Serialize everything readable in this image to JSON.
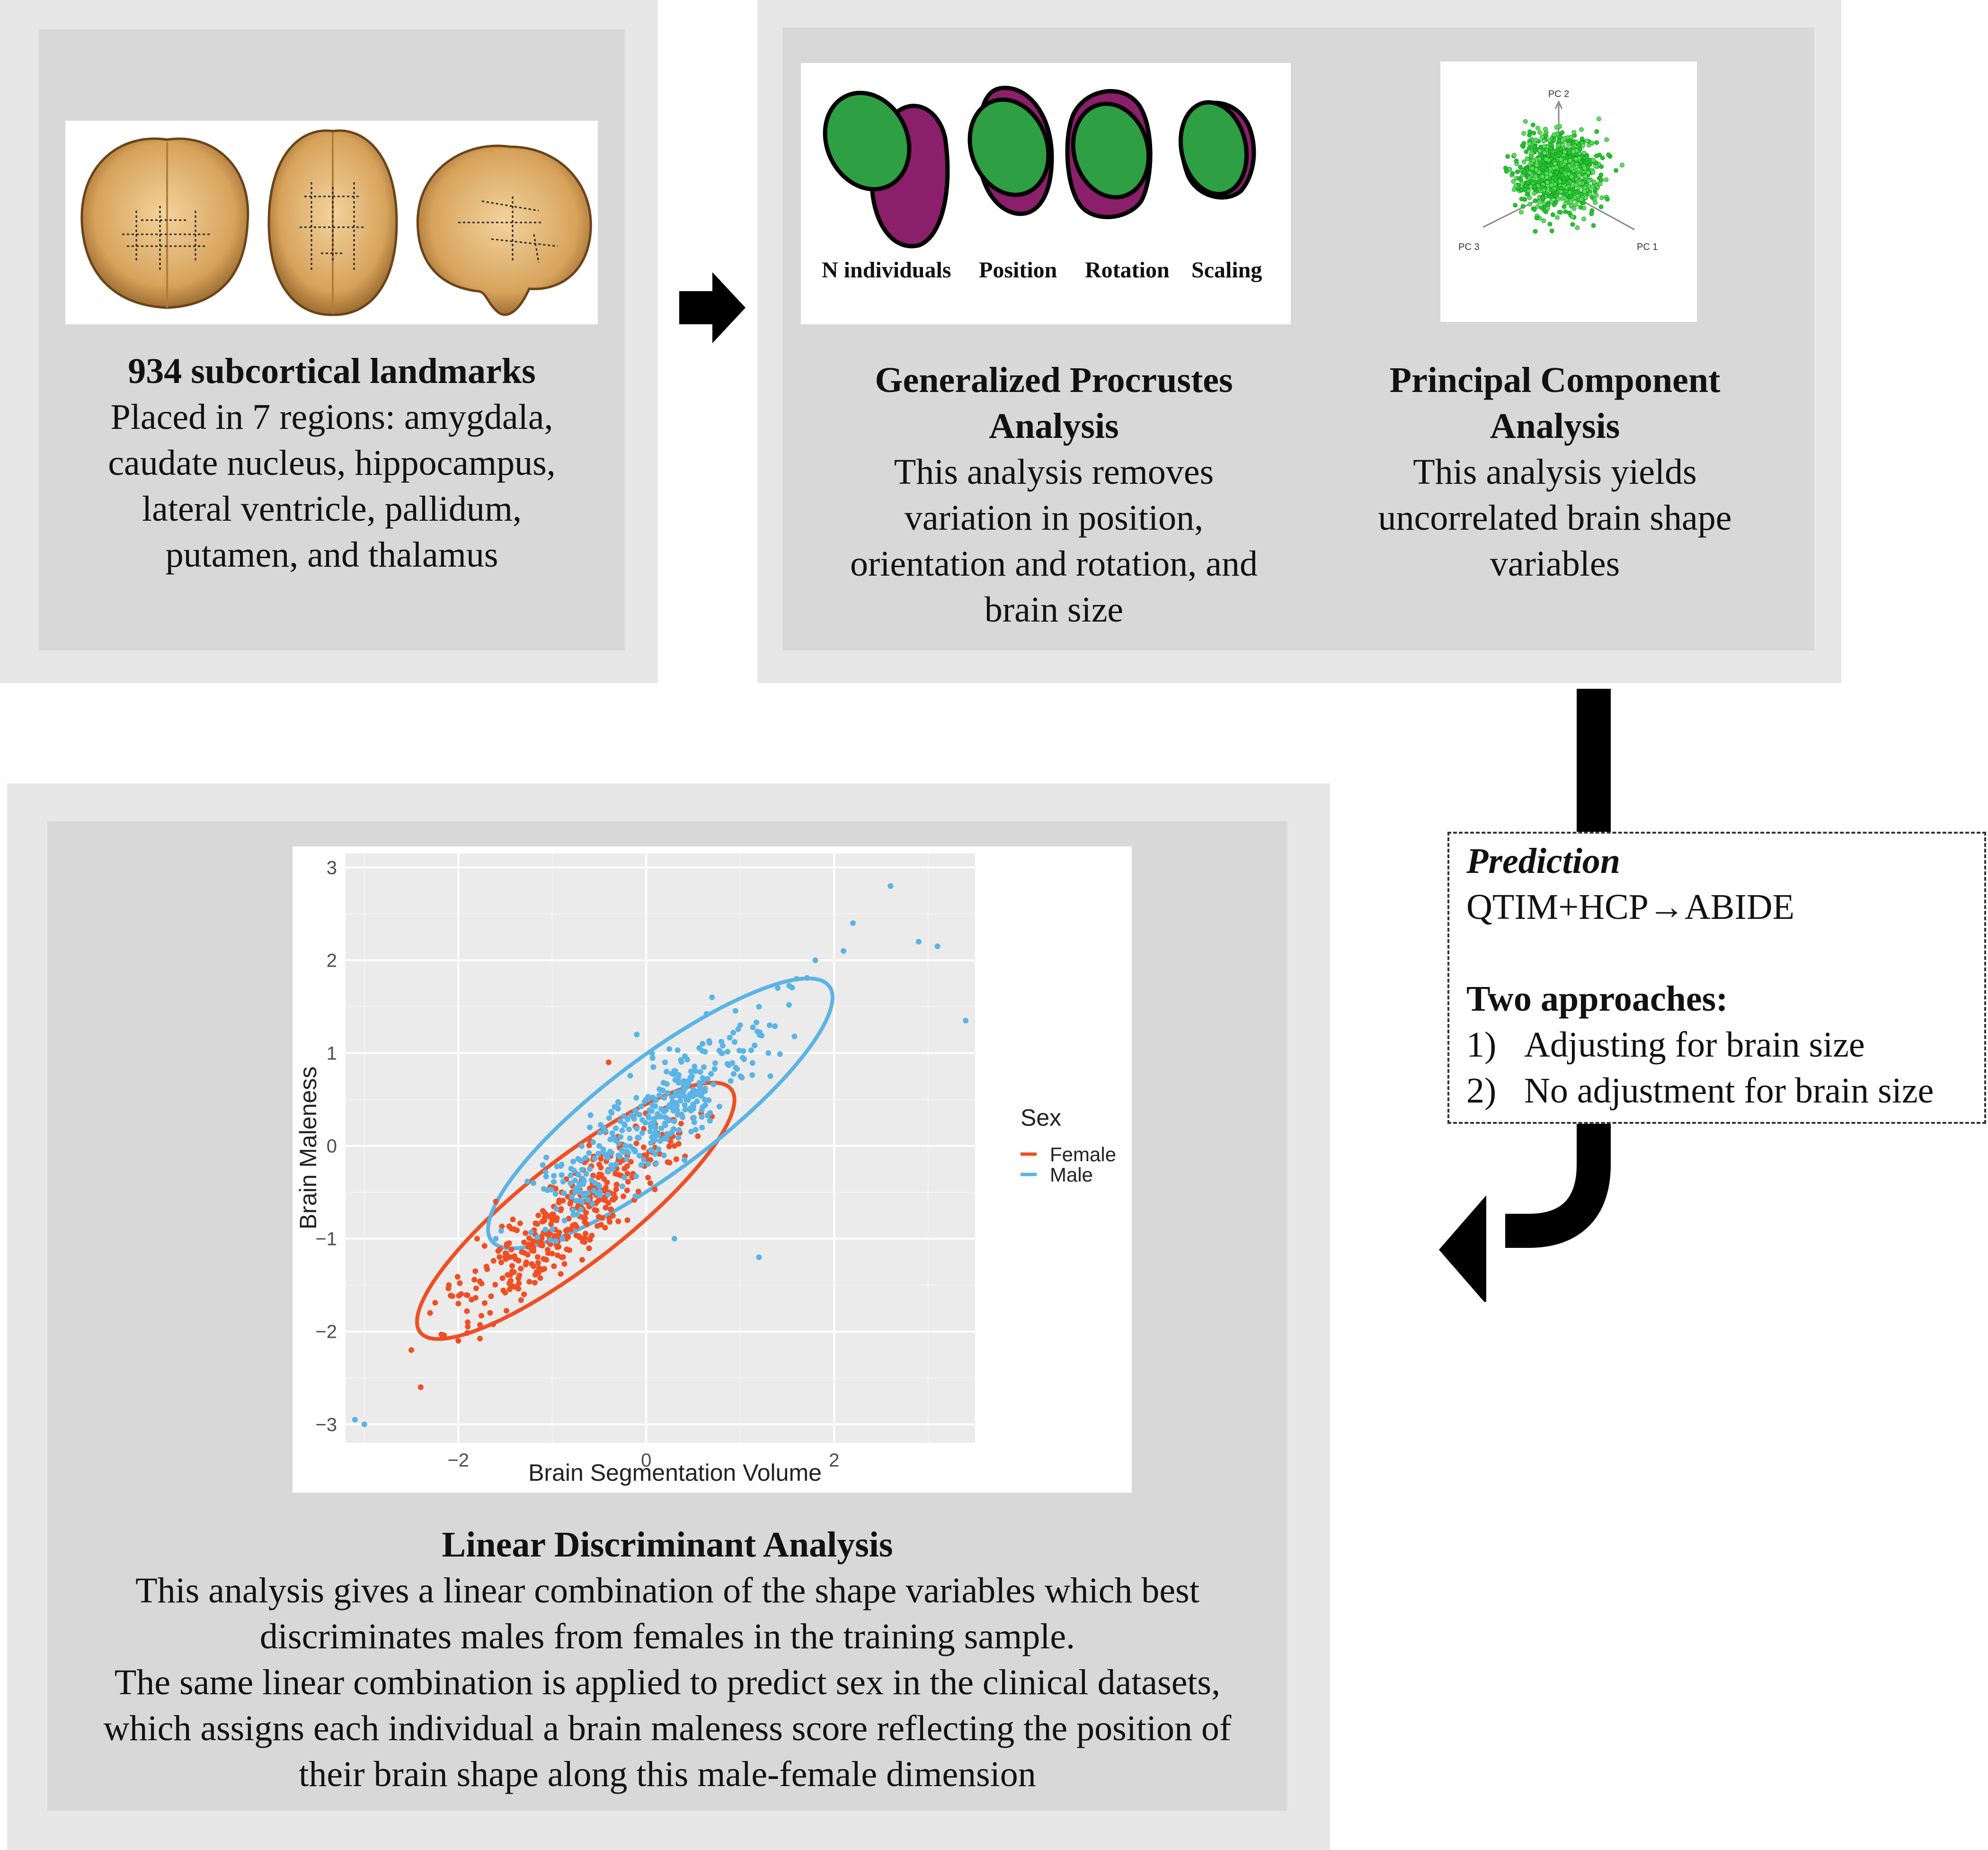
{
  "landmarks": {
    "title": "934 subcortical landmarks",
    "lines": [
      "Placed in 7 regions: amygdala,",
      "caudate nucleus, hippocampus,",
      "lateral ventricle, pallidum,",
      "putamen, and thalamus"
    ]
  },
  "gpa": {
    "labels": [
      "N individuals",
      "Position",
      "Rotation",
      "Scaling"
    ],
    "title_lines": [
      "Generalized Procrustes",
      "Analysis"
    ],
    "lines": [
      "This analysis removes",
      "variation in position,",
      "orientation and rotation, and",
      "brain size"
    ]
  },
  "pca": {
    "axes": [
      "PC 2",
      "PC 3",
      "PC 1"
    ],
    "title_lines": [
      "Principal Component",
      "Analysis"
    ],
    "lines": [
      "This analysis yields",
      "uncorrelated brain shape",
      "variables"
    ]
  },
  "prediction": {
    "title": "Prediction",
    "flow": "QTIM+HCP→ABIDE",
    "approaches_title": "Two approaches:",
    "items": [
      {
        "num": "1)",
        "text": "Adjusting for brain size"
      },
      {
        "num": "2)",
        "text": "No adjustment for brain size"
      }
    ]
  },
  "lda": {
    "title": "Linear Discriminant Analysis",
    "lines": [
      "This analysis gives a linear combination of the shape variables which best",
      "discriminates males from females in the training sample.",
      "The same linear combination is applied to predict sex in the clinical datasets,",
      "which assigns each individual a brain maleness score reflecting the position of",
      "their brain shape along this male-female dimension"
    ]
  },
  "chart_data": {
    "type": "scatter",
    "xlabel": "Brain Segmentation Volume",
    "ylabel": "Brain Maleness",
    "xlim": [
      -3.2,
      3.5
    ],
    "ylim": [
      -3.2,
      3.15
    ],
    "x_ticks": [
      -2,
      0,
      2
    ],
    "y_ticks": [
      -3,
      -2,
      -1,
      0,
      1,
      2,
      3
    ],
    "grid": true,
    "legend": {
      "title": "Sex",
      "placement": "right"
    },
    "series": [
      {
        "name": "Female",
        "color": "#f04e23",
        "points": [
          [
            -2.5,
            -2.2
          ],
          [
            -2.3,
            -1.8
          ],
          [
            -2.1,
            -1.5
          ],
          [
            -1.9,
            -1.9
          ],
          [
            -1.7,
            -1.3
          ],
          [
            -1.5,
            -1.2
          ],
          [
            -1.4,
            -0.9
          ],
          [
            -1.2,
            -1.1
          ],
          [
            -1.1,
            -0.7
          ],
          [
            -1.0,
            -0.8
          ],
          [
            -0.9,
            -0.5
          ],
          [
            -0.8,
            -0.9
          ],
          [
            -0.7,
            -0.4
          ],
          [
            -0.6,
            -0.6
          ],
          [
            -0.5,
            -0.2
          ],
          [
            -0.4,
            -0.5
          ],
          [
            -0.3,
            0.1
          ],
          [
            -0.2,
            -0.3
          ],
          [
            -0.1,
            0.2
          ],
          [
            0.0,
            -0.1
          ],
          [
            0.2,
            0.4
          ],
          [
            0.3,
            0.0
          ],
          [
            0.5,
            0.3
          ],
          [
            -1.3,
            -1.6
          ],
          [
            -0.9,
            -1.2
          ],
          [
            -0.6,
            -1.0
          ],
          [
            -1.6,
            -0.6
          ],
          [
            -2.0,
            -2.1
          ],
          [
            -2.4,
            -2.6
          ],
          [
            -0.4,
            0.9
          ],
          [
            -1.8,
            -1.0
          ],
          [
            -0.2,
            -0.8
          ]
        ],
        "ellipse": {
          "cx": -0.75,
          "cy": -0.7,
          "rx": 2.1,
          "ry": 0.55,
          "angle_deg": 38
        }
      },
      {
        "name": "Male",
        "color": "#5ab4e5",
        "points": [
          [
            -3.0,
            -3.0
          ],
          [
            -3.1,
            -2.95
          ],
          [
            -1.6,
            -1.0
          ],
          [
            -1.2,
            -0.4
          ],
          [
            -0.9,
            -0.2
          ],
          [
            -0.6,
            0.2
          ],
          [
            -0.3,
            0.4
          ],
          [
            0.0,
            0.5
          ],
          [
            0.2,
            0.9
          ],
          [
            0.4,
            0.7
          ],
          [
            0.6,
            1.1
          ],
          [
            0.8,
            1.0
          ],
          [
            1.0,
            1.3
          ],
          [
            1.2,
            1.5
          ],
          [
            1.4,
            1.7
          ],
          [
            1.6,
            1.8
          ],
          [
            1.8,
            2.0
          ],
          [
            2.1,
            2.1
          ],
          [
            2.6,
            2.8
          ],
          [
            2.9,
            2.2
          ],
          [
            3.1,
            2.15
          ],
          [
            3.4,
            1.35
          ],
          [
            -0.5,
            0.0
          ],
          [
            0.1,
            0.2
          ],
          [
            0.5,
            0.4
          ],
          [
            0.9,
            0.7
          ],
          [
            1.3,
            1.0
          ],
          [
            -1.0,
            -0.9
          ],
          [
            -0.7,
            -0.5
          ],
          [
            0.3,
            -1.0
          ],
          [
            1.2,
            -1.2
          ],
          [
            2.2,
            2.4
          ],
          [
            -0.1,
            1.2
          ],
          [
            0.7,
            1.6
          ]
        ],
        "ellipse": {
          "cx": 0.15,
          "cy": 0.35,
          "rx": 2.25,
          "ry": 0.6,
          "angle_deg": 37
        }
      }
    ]
  }
}
